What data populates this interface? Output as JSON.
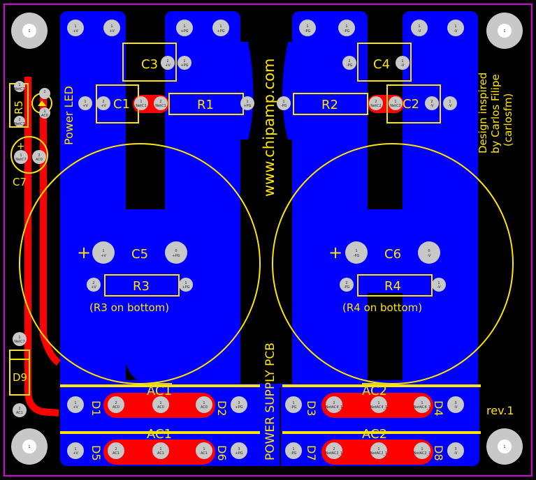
{
  "colors": {
    "background": "#000000",
    "copper_top": "#ff0000",
    "copper_bottom": "#0000ff",
    "silkscreen": "#ffe600",
    "outline": "#d400d4",
    "pad": "#c8c8c8"
  },
  "board": {
    "website": "www.chipamp.com",
    "title": "POWER SUPPLY PCB",
    "credit_line1": "Design inspired",
    "credit_line2": "by Carlos Filipe",
    "credit_line3": "(carlosfm)",
    "revision": "rev.1",
    "power_led": "Power LED"
  },
  "labels": {
    "C1": "C1",
    "C2": "C2",
    "C3": "C3",
    "C4": "C4",
    "C5": "C5",
    "C6": "C6",
    "C7": "C7",
    "R1": "R1",
    "R2": "R2",
    "R3": "R3",
    "R4": "R4",
    "R5": "R5",
    "R3_note": "(R3 on bottom)",
    "R4_note": "(R4 on bottom)",
    "D1": "D1",
    "D2": "D2",
    "D3": "D3",
    "D4": "D4",
    "D5": "D5",
    "D6": "D6",
    "D7": "D7",
    "D8": "D8",
    "D9": "D9",
    "AC1_bar": "AC1",
    "AC1": "AC1",
    "AC2_bar": "AC2",
    "AC2": "AC2",
    "plus": "+"
  },
  "pads": {
    "one": "1",
    "two": "2",
    "three": "3",
    "zero": "0",
    "pV": "+V",
    "pPG": "+PG",
    "mPG": "-PG",
    "mV": "-V",
    "AC0": "AC0",
    "AC1": "AC1",
    "AC2": "AC2",
    "NetAC4_1": "NetAC4_1",
    "NetAC2_1": "NetAC2_1",
    "NetC1": "NetC1",
    "NetC2": "NetC2",
    "NetC7": "NetC7"
  }
}
